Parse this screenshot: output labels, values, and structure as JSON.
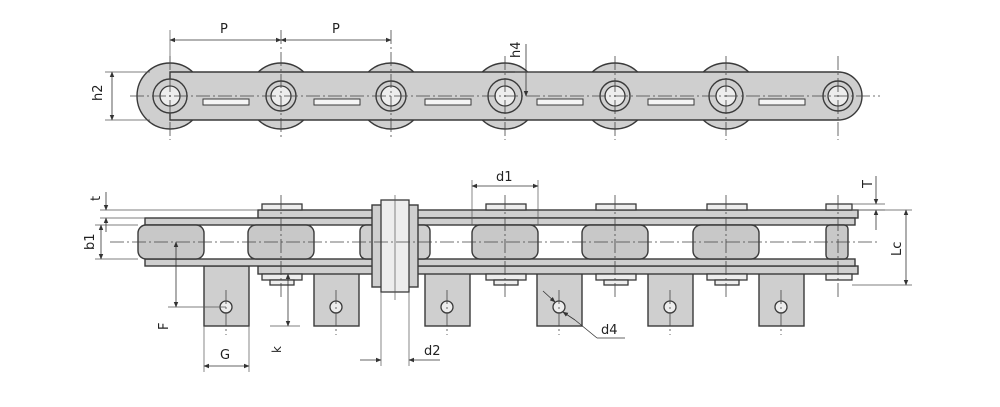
{
  "title": "",
  "colors": {
    "part_fill": "#cfcfcf",
    "outline": "#3a3a3a",
    "background": "#ffffff"
  },
  "top_view": {
    "labels": {
      "pitch_1": "P",
      "pitch_2": "P",
      "h2": "h2",
      "h4": "h4"
    }
  },
  "side_view": {
    "labels": {
      "t": "t",
      "b1": "b1",
      "d1": "d1",
      "T": "T",
      "Lc": "Lc",
      "F": "F",
      "G": "G",
      "k": "k",
      "d2": "d2",
      "d4": "d4"
    }
  }
}
